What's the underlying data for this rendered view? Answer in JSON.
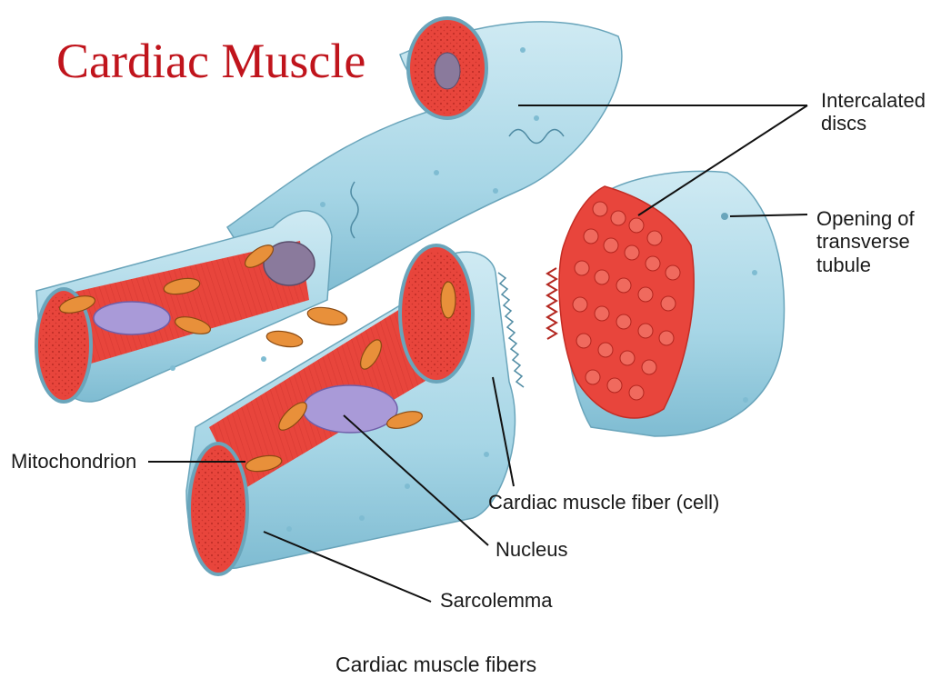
{
  "title": "Cardiac Muscle",
  "labels": {
    "intercalated_discs_line1": "Intercalated",
    "intercalated_discs_line2": "discs",
    "opening_line1": "Opening of",
    "opening_line2": "transverse",
    "opening_line3": "tubule",
    "mitochondrion": "Mitochondrion",
    "muscle_fiber": "Cardiac muscle fiber (cell)",
    "nucleus": "Nucleus",
    "sarcolemma": "Sarcolemma"
  },
  "caption": "Cardiac muscle fibers",
  "colors": {
    "title": "#c0141c",
    "sarcolemma_fill": "#a9d8e8",
    "muscle_fill": "#e8453c",
    "nucleus_fill": "#a99ad8",
    "mitochondrion_fill": "#e8903a"
  }
}
